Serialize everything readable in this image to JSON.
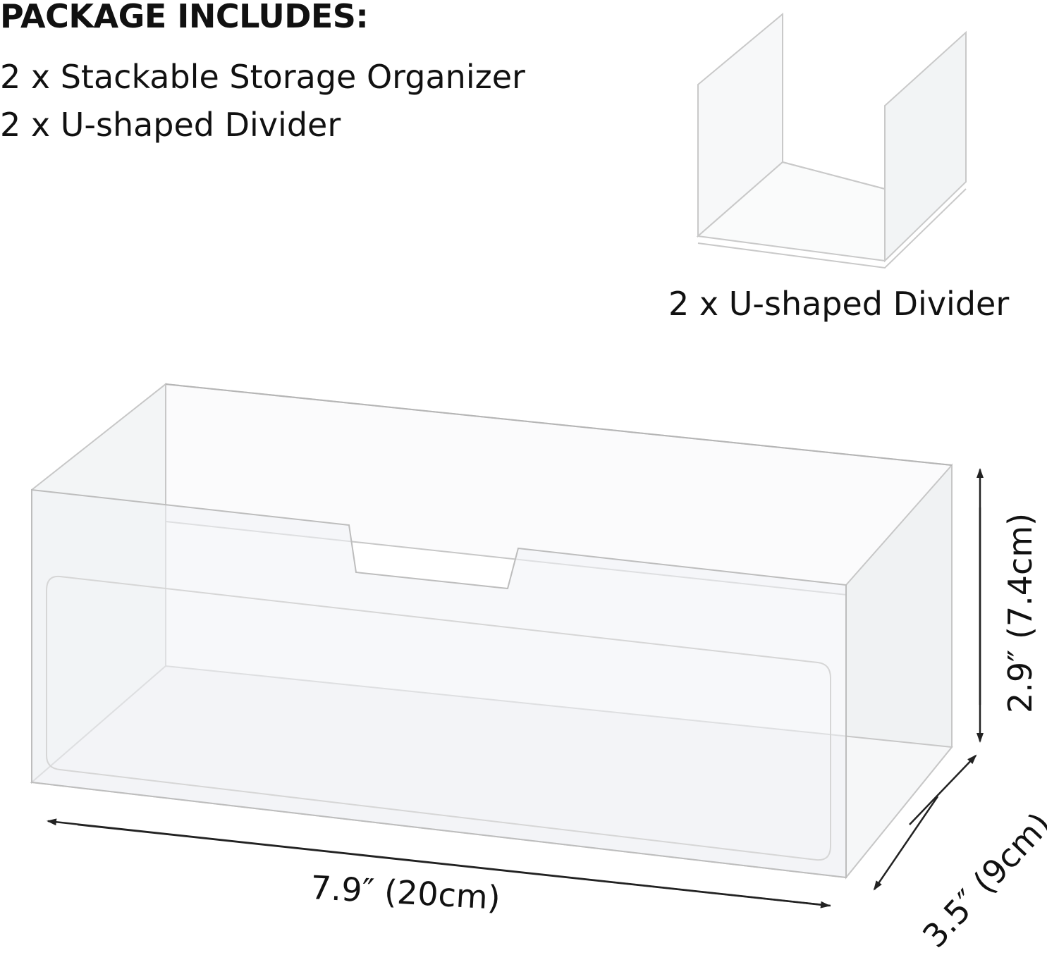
{
  "package": {
    "heading": "PACKAGE INCLUDES:",
    "items": [
      "2 x Stackable Storage Organizer",
      "2 x U-shaped Divider"
    ]
  },
  "divider": {
    "caption": "2 x U-shaped Divider"
  },
  "dimensions": {
    "width": "7.9″ (20cm)",
    "height": "2.9″ (7.4cm)",
    "depth": "3.5″ (9cm)"
  },
  "colors": {
    "text": "#111111",
    "acrylic_edge": "#c9c9c9",
    "acrylic_fill": "#f4f6f7",
    "arrow": "#222222"
  }
}
